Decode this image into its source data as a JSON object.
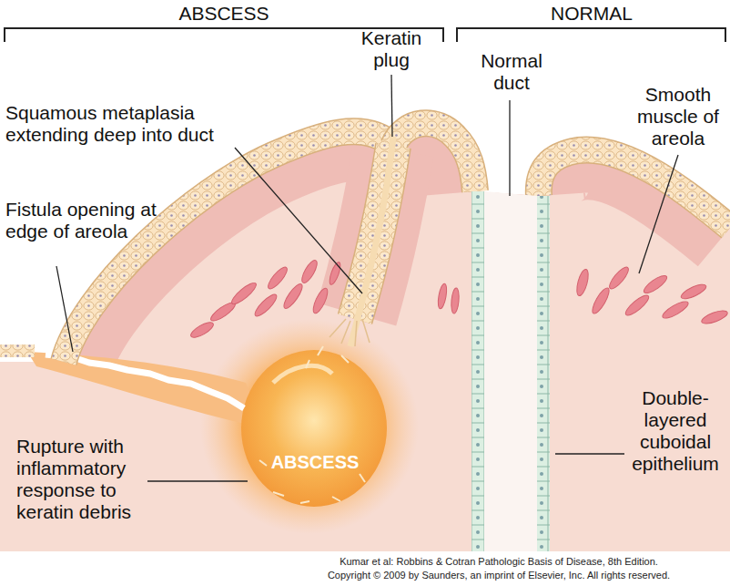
{
  "diagram": {
    "labels": [
      "ABSCESS",
      "NORMAL",
      "Keratin plug",
      "Normal duct",
      "Squamous metaplasia extending deep into duct",
      "Smooth muscle of areola",
      "Fistula opening at edge of areola",
      "ABSCESS",
      "Rupture with inflammatory response to keratin debris",
      "Double-layered cuboidal epithelium",
      "Kumar et al: Robbins & Cotran Pathologic Basis of Disease, 8th Edition.",
      "Copyright © 2009 by Saunders, an imprint of Elsevier, Inc. All rights reserved."
    ]
  }
}
